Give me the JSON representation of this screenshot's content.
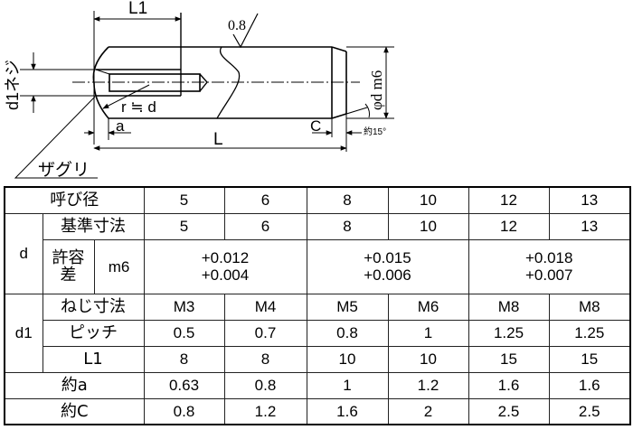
{
  "drawing": {
    "labels": {
      "L1": "L1",
      "L": "L",
      "a": "a",
      "C": "C",
      "surface_roughness": "0.8",
      "diameter": "φd m6",
      "thread_dim": "d1ネジ",
      "radius": "r ≒ d",
      "chamfer_angle": "約15°",
      "counterbore": "ザグリ"
    }
  },
  "table": {
    "header": {
      "label": "呼び径",
      "values": [
        "5",
        "6",
        "8",
        "10",
        "12",
        "13"
      ]
    },
    "d": {
      "group_label": "d",
      "basic_size": {
        "label": "基準寸法",
        "values": [
          "5",
          "6",
          "8",
          "10",
          "12",
          "13"
        ]
      },
      "tolerance": {
        "label_line1": "許容",
        "label_line2": "差",
        "grade": "m6",
        "values": [
          {
            "upper": "+0.012",
            "lower": "+0.004"
          },
          {
            "upper": "+0.015",
            "lower": "+0.006"
          },
          {
            "upper": "+0.018",
            "lower": "+0.007"
          }
        ]
      }
    },
    "d1": {
      "group_label": "d1",
      "thread": {
        "label": "ねじ寸法",
        "values": [
          "M3",
          "M4",
          "M5",
          "M6",
          "M8",
          "M8"
        ]
      },
      "pitch": {
        "label": "ピッチ",
        "values": [
          "0.5",
          "0.7",
          "0.8",
          "1",
          "1.25",
          "1.25"
        ]
      },
      "L1": {
        "label": "L1",
        "values": [
          "8",
          "8",
          "10",
          "10",
          "15",
          "15"
        ]
      }
    },
    "approx_a": {
      "label": "約a",
      "values": [
        "0.63",
        "0.8",
        "1",
        "1.2",
        "1.6",
        "1.6"
      ]
    },
    "approx_C": {
      "label": "約C",
      "values": [
        "0.8",
        "1.2",
        "1.6",
        "2",
        "2.5",
        "2.5"
      ]
    }
  }
}
